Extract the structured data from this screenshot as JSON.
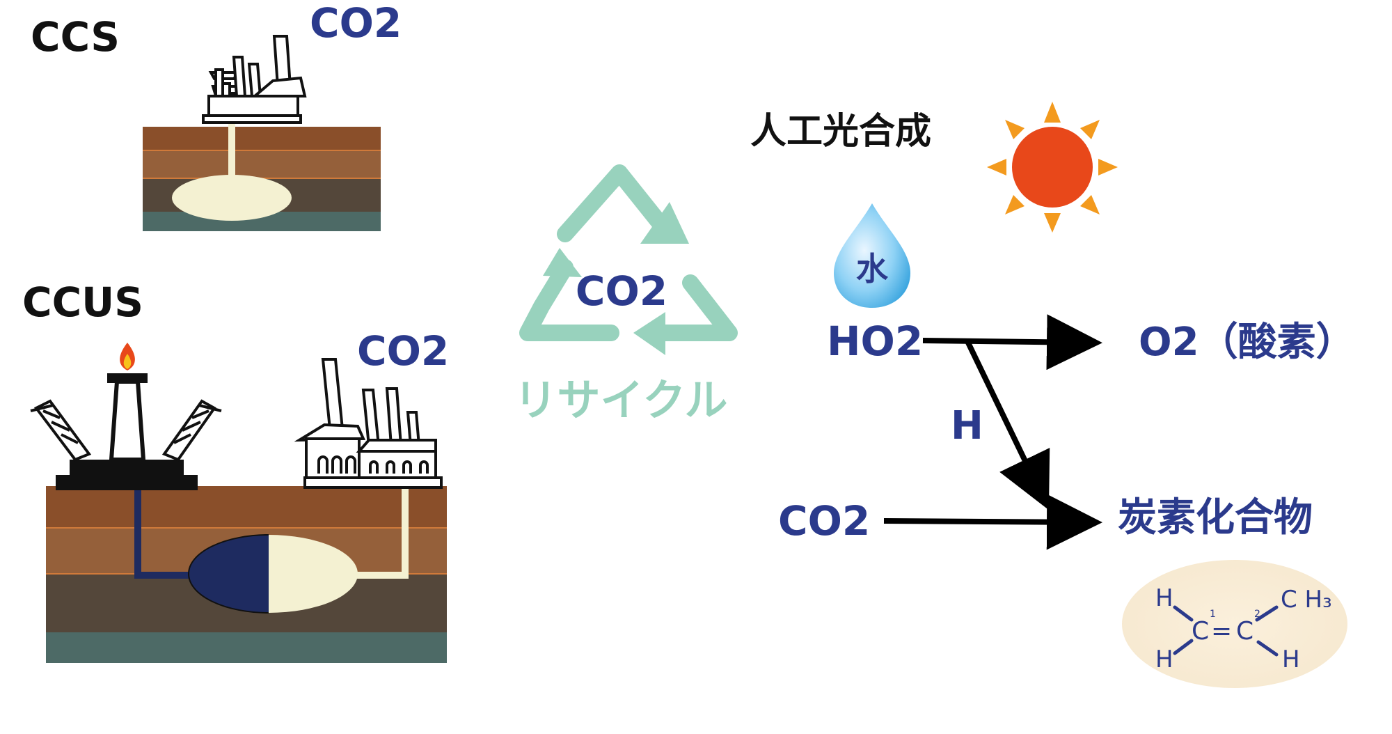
{
  "ccs": {
    "title": "CCS",
    "co2": "CO2"
  },
  "ccus": {
    "title": "CCUS",
    "co2": "CO2"
  },
  "recycle": {
    "center": "CO2",
    "caption": "リサイクル"
  },
  "photosynthesis": {
    "title": "人工光合成",
    "water": "水",
    "input": "HO2",
    "oxygen": "O2（酸素）",
    "h_label": "H",
    "co2": "CO2",
    "product": "炭素化合物"
  },
  "molecule": {
    "h1": "H",
    "h2": "H",
    "h3": "H",
    "ch3": "C H₃",
    "c1": "C",
    "c2": "C",
    "bond": "=",
    "n1": "1",
    "n2": "2"
  },
  "colors": {
    "text_blue": "#2b3a8c",
    "recycle_green": "#98d2bd",
    "sun": "#e8481a",
    "sun_rays": "#f39a1e",
    "soil_brown": "#8a4f2a",
    "soil_dark": "#54473a",
    "bedrock": "#4d6a66",
    "storage_light": "#f4f1d2",
    "storage_navy": "#1e2b60"
  }
}
